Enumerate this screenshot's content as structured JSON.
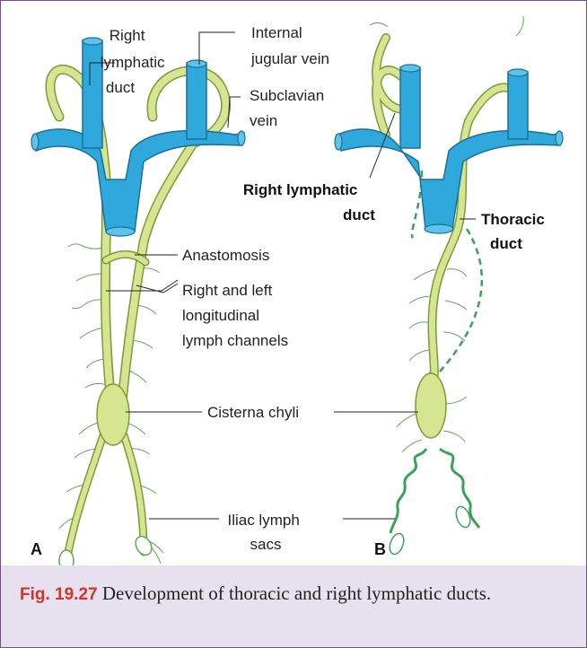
{
  "figure": {
    "panel_a": {
      "letter": "A",
      "labels": {
        "right_lymphatic_duct": [
          "Right",
          "lymphatic",
          "duct"
        ],
        "internal_jugular_vein": [
          "Internal",
          "jugular vein"
        ],
        "subclavian_vein": [
          "Subclavian",
          "vein"
        ],
        "anastomosis": "Anastomosis",
        "longitudinal_channels": [
          "Right and left",
          "longitudinal",
          "lymph channels"
        ],
        "cisterna_chyli": "Cisterna chyli",
        "iliac_lymph_sacs": [
          "Iliac lymph",
          "sacs"
        ]
      }
    },
    "panel_b": {
      "letter": "B",
      "labels": {
        "right_lymphatic_duct": [
          "Right lymphatic",
          "duct"
        ],
        "thoracic_duct": [
          "Thoracic",
          "duct"
        ]
      }
    },
    "colors": {
      "vein": "#2fa8dc",
      "vein_dark": "#1b6f98",
      "lymph": "#d6e58f",
      "lymph_edge": "#7e9a3c",
      "branch": "#5fa85a",
      "dashed": "#3aa35a",
      "caption_bg": "#e7e0ee",
      "frame": "#7a4a8c",
      "fig_number": "#d6312b"
    }
  },
  "caption": {
    "number": "Fig. 19.27",
    "text": "Development of thoracic and right lymphatic ducts."
  }
}
